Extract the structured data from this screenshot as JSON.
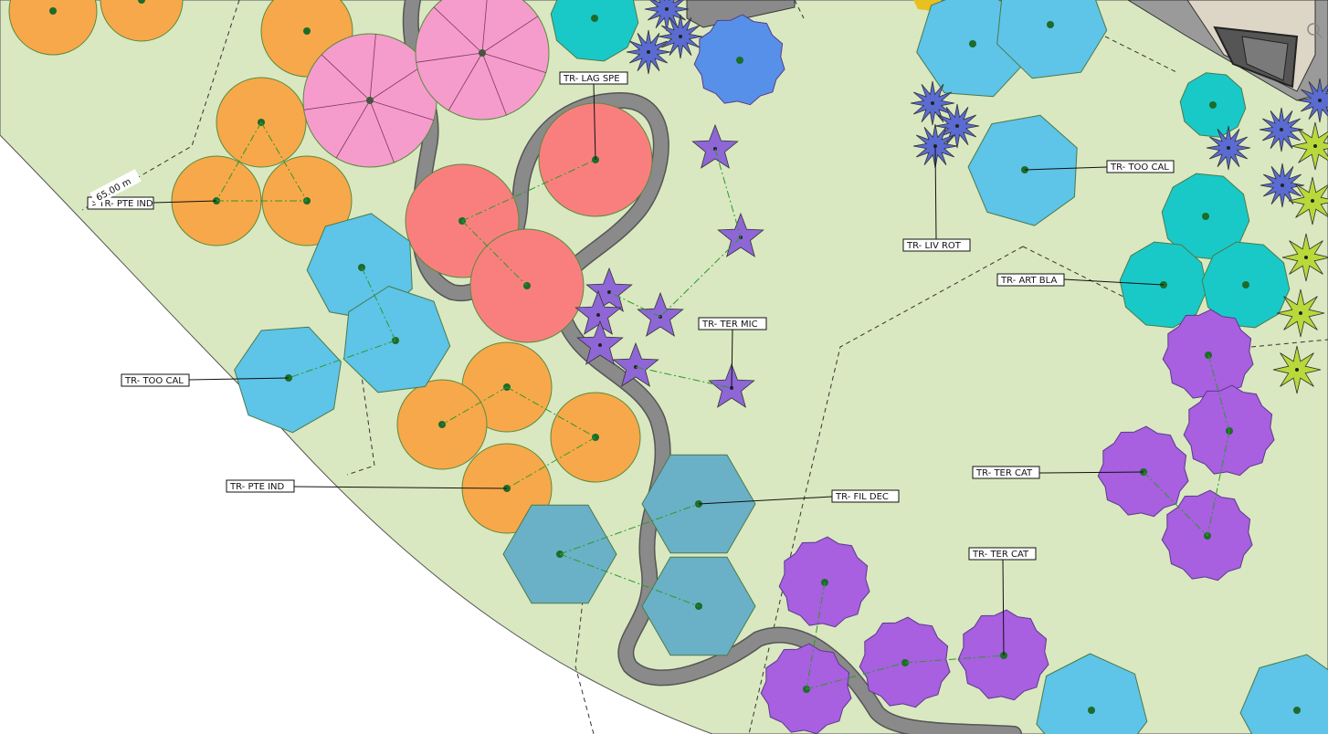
{
  "scale_label": "65.00 m",
  "colors": {
    "ground": "#d9e8c0",
    "outside": "#ffffff",
    "boundary": "#555555",
    "path": "#8a8a8a",
    "path_edge": "#555555",
    "orange": "#f7a84a",
    "pink": "#f59ccd",
    "red": "#f97f7f",
    "sky": "#5ec4e8",
    "steel": "#6ab1c7",
    "cyan": "#19c9c8",
    "purple": "#a85fe0",
    "violet": "#8e66d6",
    "navy": "#5a6bd1",
    "royal": "#5790e8",
    "lime": "#b9d83a",
    "trunk": "#1e6b2a",
    "group_line": "#2a9a2a"
  },
  "tags": [
    {
      "id": "lag-spe",
      "text": "TR- LAG SPE"
    },
    {
      "id": "pte-ind-1",
      "text": ">TR- PTE IND"
    },
    {
      "id": "too-cal-1",
      "text": "TR- TOO CAL"
    },
    {
      "id": "pte-ind-2",
      "text": "TR- PTE IND"
    },
    {
      "id": "ter-mic",
      "text": "TR- TER MIC"
    },
    {
      "id": "fil-dec",
      "text": "TR- FIL DEC"
    },
    {
      "id": "liv-rot",
      "text": "TR- LIV ROT"
    },
    {
      "id": "too-cal-2",
      "text": "TR- TOO CAL"
    },
    {
      "id": "art-bla",
      "text": "TR- ART BLA"
    },
    {
      "id": "ter-cat-1",
      "text": "TR- TER CAT"
    },
    {
      "id": "ter-cat-2",
      "text": "TR- TER CAT"
    }
  ]
}
